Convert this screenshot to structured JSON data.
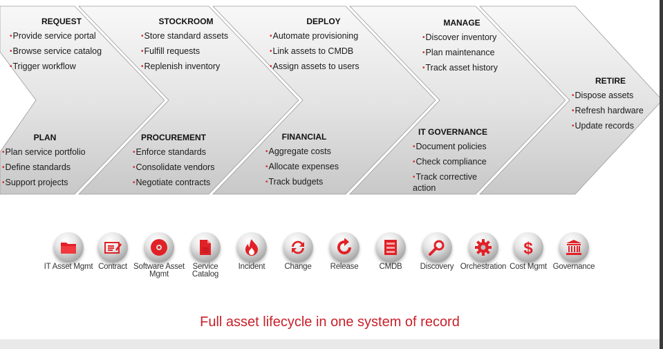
{
  "diagram": {
    "stages": [
      {
        "id": "request",
        "title": "REQUEST",
        "items": [
          "Provide service portal",
          "Browse service catalog",
          "Trigger workflow"
        ]
      },
      {
        "id": "stockroom",
        "title": "STOCKROOM",
        "items": [
          "Store standard assets",
          "Fulfill requests",
          "Replenish inventory"
        ]
      },
      {
        "id": "deploy",
        "title": "DEPLOY",
        "items": [
          "Automate provisioning",
          "Link assets to CMDB",
          "Assign assets to users"
        ]
      },
      {
        "id": "manage",
        "title": "MANAGE",
        "items": [
          "Discover inventory",
          "Plan maintenance",
          "Track asset history"
        ]
      },
      {
        "id": "retire",
        "title": "RETIRE",
        "items": [
          "Dispose assets",
          "Refresh hardware",
          "Update records"
        ]
      },
      {
        "id": "plan",
        "title": "PLAN",
        "items": [
          "Plan service portfolio",
          "Define standards",
          "Support projects"
        ]
      },
      {
        "id": "procurement",
        "title": "PROCUREMENT",
        "items": [
          "Enforce standards",
          "Consolidate vendors",
          "Negotiate contracts"
        ]
      },
      {
        "id": "financial",
        "title": "FINANCIAL",
        "items": [
          "Aggregate costs",
          "Allocate expenses",
          "Track budgets"
        ]
      },
      {
        "id": "it-governance",
        "title": "IT GOVERNANCE",
        "items": [
          "Document policies",
          "Check compliance",
          "Track corrective action"
        ]
      }
    ],
    "bullet": "•"
  },
  "tools": [
    {
      "label": "IT Asset Mgmt",
      "icon": "folder-icon"
    },
    {
      "label": "Contract",
      "icon": "contract-icon"
    },
    {
      "label": "Software Asset Mgmt",
      "icon": "disc-icon"
    },
    {
      "label": "Service Catalog",
      "icon": "document-icon"
    },
    {
      "label": "Incident",
      "icon": "flame-icon"
    },
    {
      "label": "Change",
      "icon": "refresh-arrows-icon"
    },
    {
      "label": "Release",
      "icon": "circular-arrow-icon"
    },
    {
      "label": "CMDB",
      "icon": "server-rack-icon"
    },
    {
      "label": "Discovery",
      "icon": "magnifier-icon"
    },
    {
      "label": "Orchestration",
      "icon": "gear-icon"
    },
    {
      "label": "Cost Mgmt",
      "icon": "dollar-icon"
    },
    {
      "label": "Governance",
      "icon": "building-columns-icon"
    }
  ],
  "caption": "Full asset lifecycle in one system of record",
  "colors": {
    "accent": "#d2232a",
    "caption": "#c8202a",
    "chevron_top": "#f7f7f7",
    "chevron_bottom": "#c9c9c9"
  }
}
